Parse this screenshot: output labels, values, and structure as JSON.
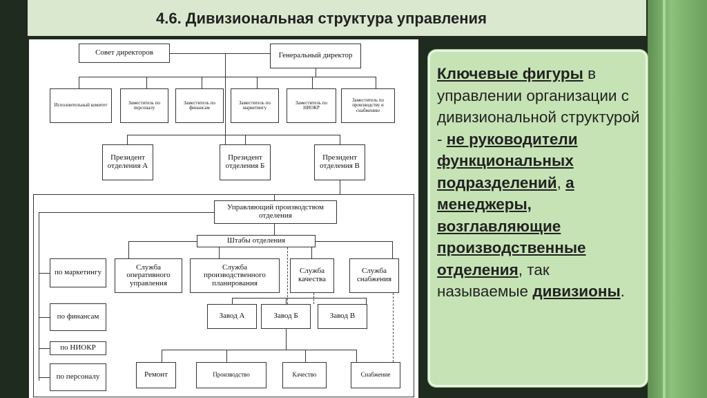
{
  "title": "4.6. Дивизиональная структура управления",
  "diagram": {
    "board": "Совет директоров",
    "ceo": "Генеральный директор",
    "deputies": [
      "Исполнительный комитет",
      "Заместитель по персоналу",
      "Заместитель по финансам",
      "Заместитель по маркетингу",
      "Заместитель по НИОКР",
      "Заместитель по производству и снабжению"
    ],
    "presidents": [
      "Президент отделения А",
      "Президент отделения Б",
      "Президент отделения В"
    ],
    "prod_manager": "Управляющий производством отделения",
    "staff": "Штабы отделения",
    "services": [
      "Служба оперативного управления",
      "Служба производственного планирования",
      "Служба качества",
      "Служба снабжения"
    ],
    "left_units": [
      "по маркетингу",
      "по финансам",
      "по НИОКР",
      "по персоналу"
    ],
    "plants": [
      "Завод А",
      "Завод Б",
      "Завод В"
    ],
    "bottom": [
      "Ремонт",
      "Производство",
      "Качество",
      "Снабжение"
    ]
  },
  "panel": {
    "p1": "Ключевые фигуры",
    "p2": " в управлении организации с дивизиональной структурой - ",
    "p3": "не руководители функциональных подразделений",
    "p4": ", ",
    "p5": "а менеджеры, возглавляющие производственные отделения",
    "p6": ", так называемые ",
    "p7": "дивизионы",
    "p8": "."
  }
}
